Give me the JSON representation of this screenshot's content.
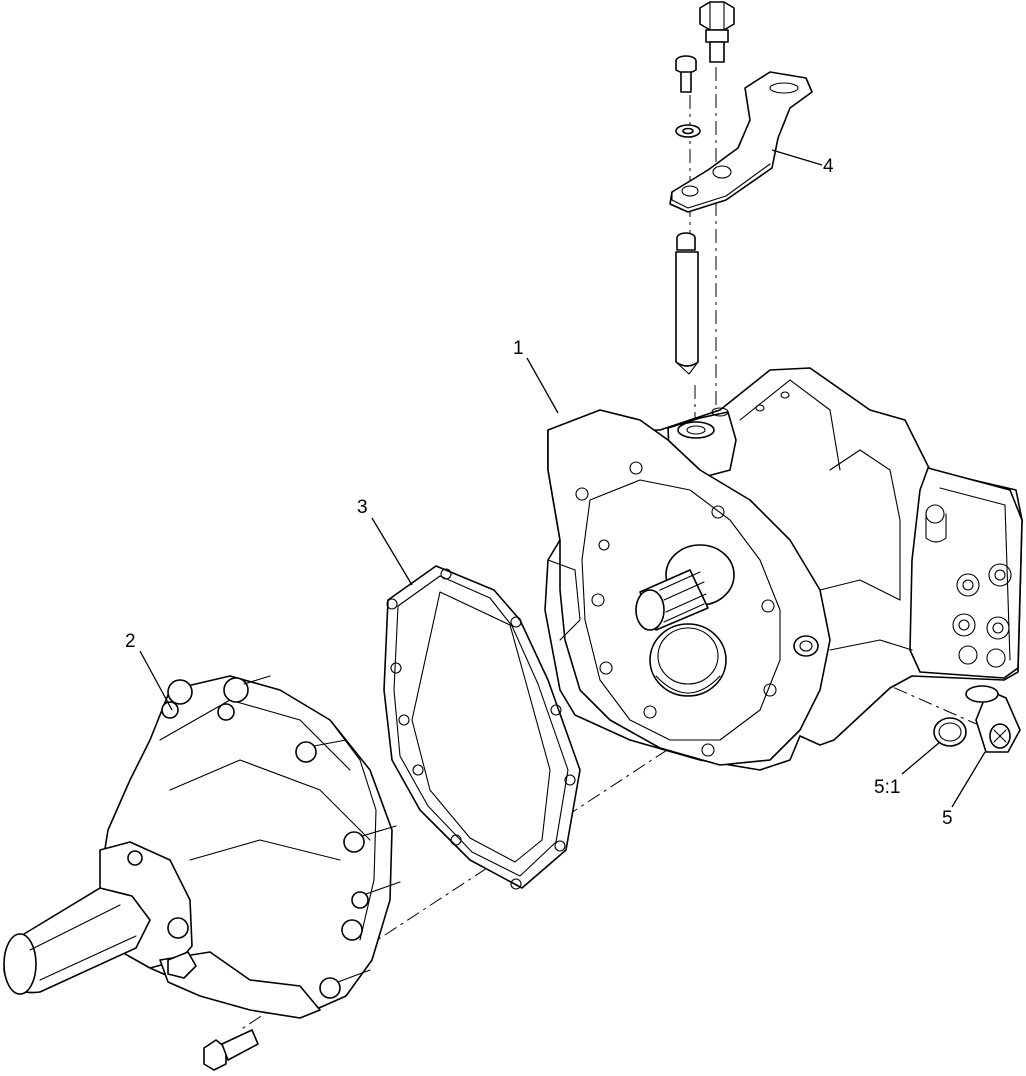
{
  "diagram": {
    "callouts": [
      {
        "id": "c1",
        "label": "1"
      },
      {
        "id": "c2",
        "label": "2"
      },
      {
        "id": "c3",
        "label": "3"
      },
      {
        "id": "c4",
        "label": "4"
      },
      {
        "id": "c5",
        "label": "5"
      },
      {
        "id": "c51",
        "label": "5:1"
      }
    ]
  }
}
